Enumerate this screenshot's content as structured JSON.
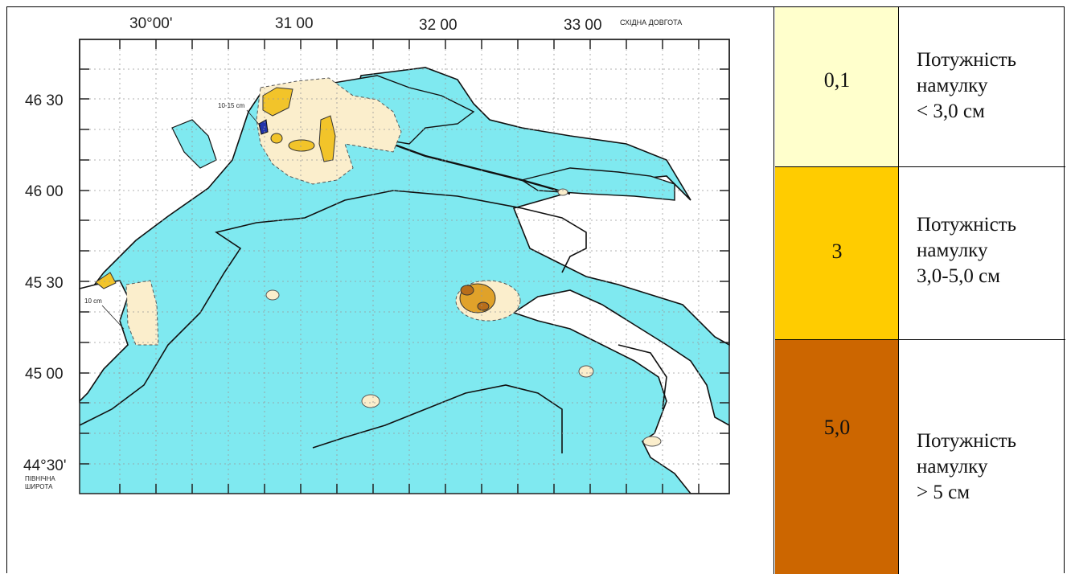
{
  "map": {
    "lon_labels": [
      "30°00'",
      "31 00",
      "32 00",
      "33 00"
    ],
    "lon_axis_title": "СХІДНА ДОВГОТА",
    "lat_labels": [
      "46 30",
      "46 00",
      "45 30",
      "45 00",
      "44°30'"
    ],
    "lat_axis_title_line1": "ПІВНІЧНА",
    "lat_axis_title_line2": "ШИРОТА",
    "annotations": [
      "10-15 cm",
      "10 cm"
    ],
    "colors": {
      "sea": "#7fe9f0",
      "land": "#ffffff",
      "low": "#fbeecc",
      "mid": "#f2c42a",
      "high": "#b86d1a"
    }
  },
  "legend": [
    {
      "value": "0,1",
      "color": "#ffffcc",
      "line1": "Потужність",
      "line2": "намулку",
      "line3": "< 3,0 см"
    },
    {
      "value": "3",
      "color": "#ffcc00",
      "line1": "Потужність",
      "line2": "намулку",
      "line3": "3,0-5,0 см"
    },
    {
      "value": "5,0",
      "color": "#cc6600",
      "line1": "Потужність",
      "line2": "намулку",
      "line3": "> 5 см"
    }
  ]
}
